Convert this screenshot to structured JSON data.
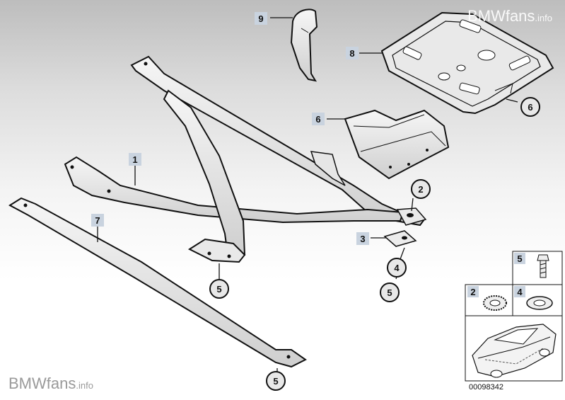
{
  "watermark": {
    "brand": "BMWfans",
    "suffix": ".info"
  },
  "diagram_number": "00098342",
  "callouts": {
    "c1": "1",
    "c2": "2",
    "c3": "3",
    "c4": "4",
    "c5a": "5",
    "c5b": "5",
    "c5c": "5",
    "c6a": "6",
    "c6b": "6",
    "c7": "7",
    "c8": "8",
    "c9": "9"
  },
  "legend": {
    "bolt": "5",
    "washer_serrated": "2",
    "washer_flat": "4"
  }
}
